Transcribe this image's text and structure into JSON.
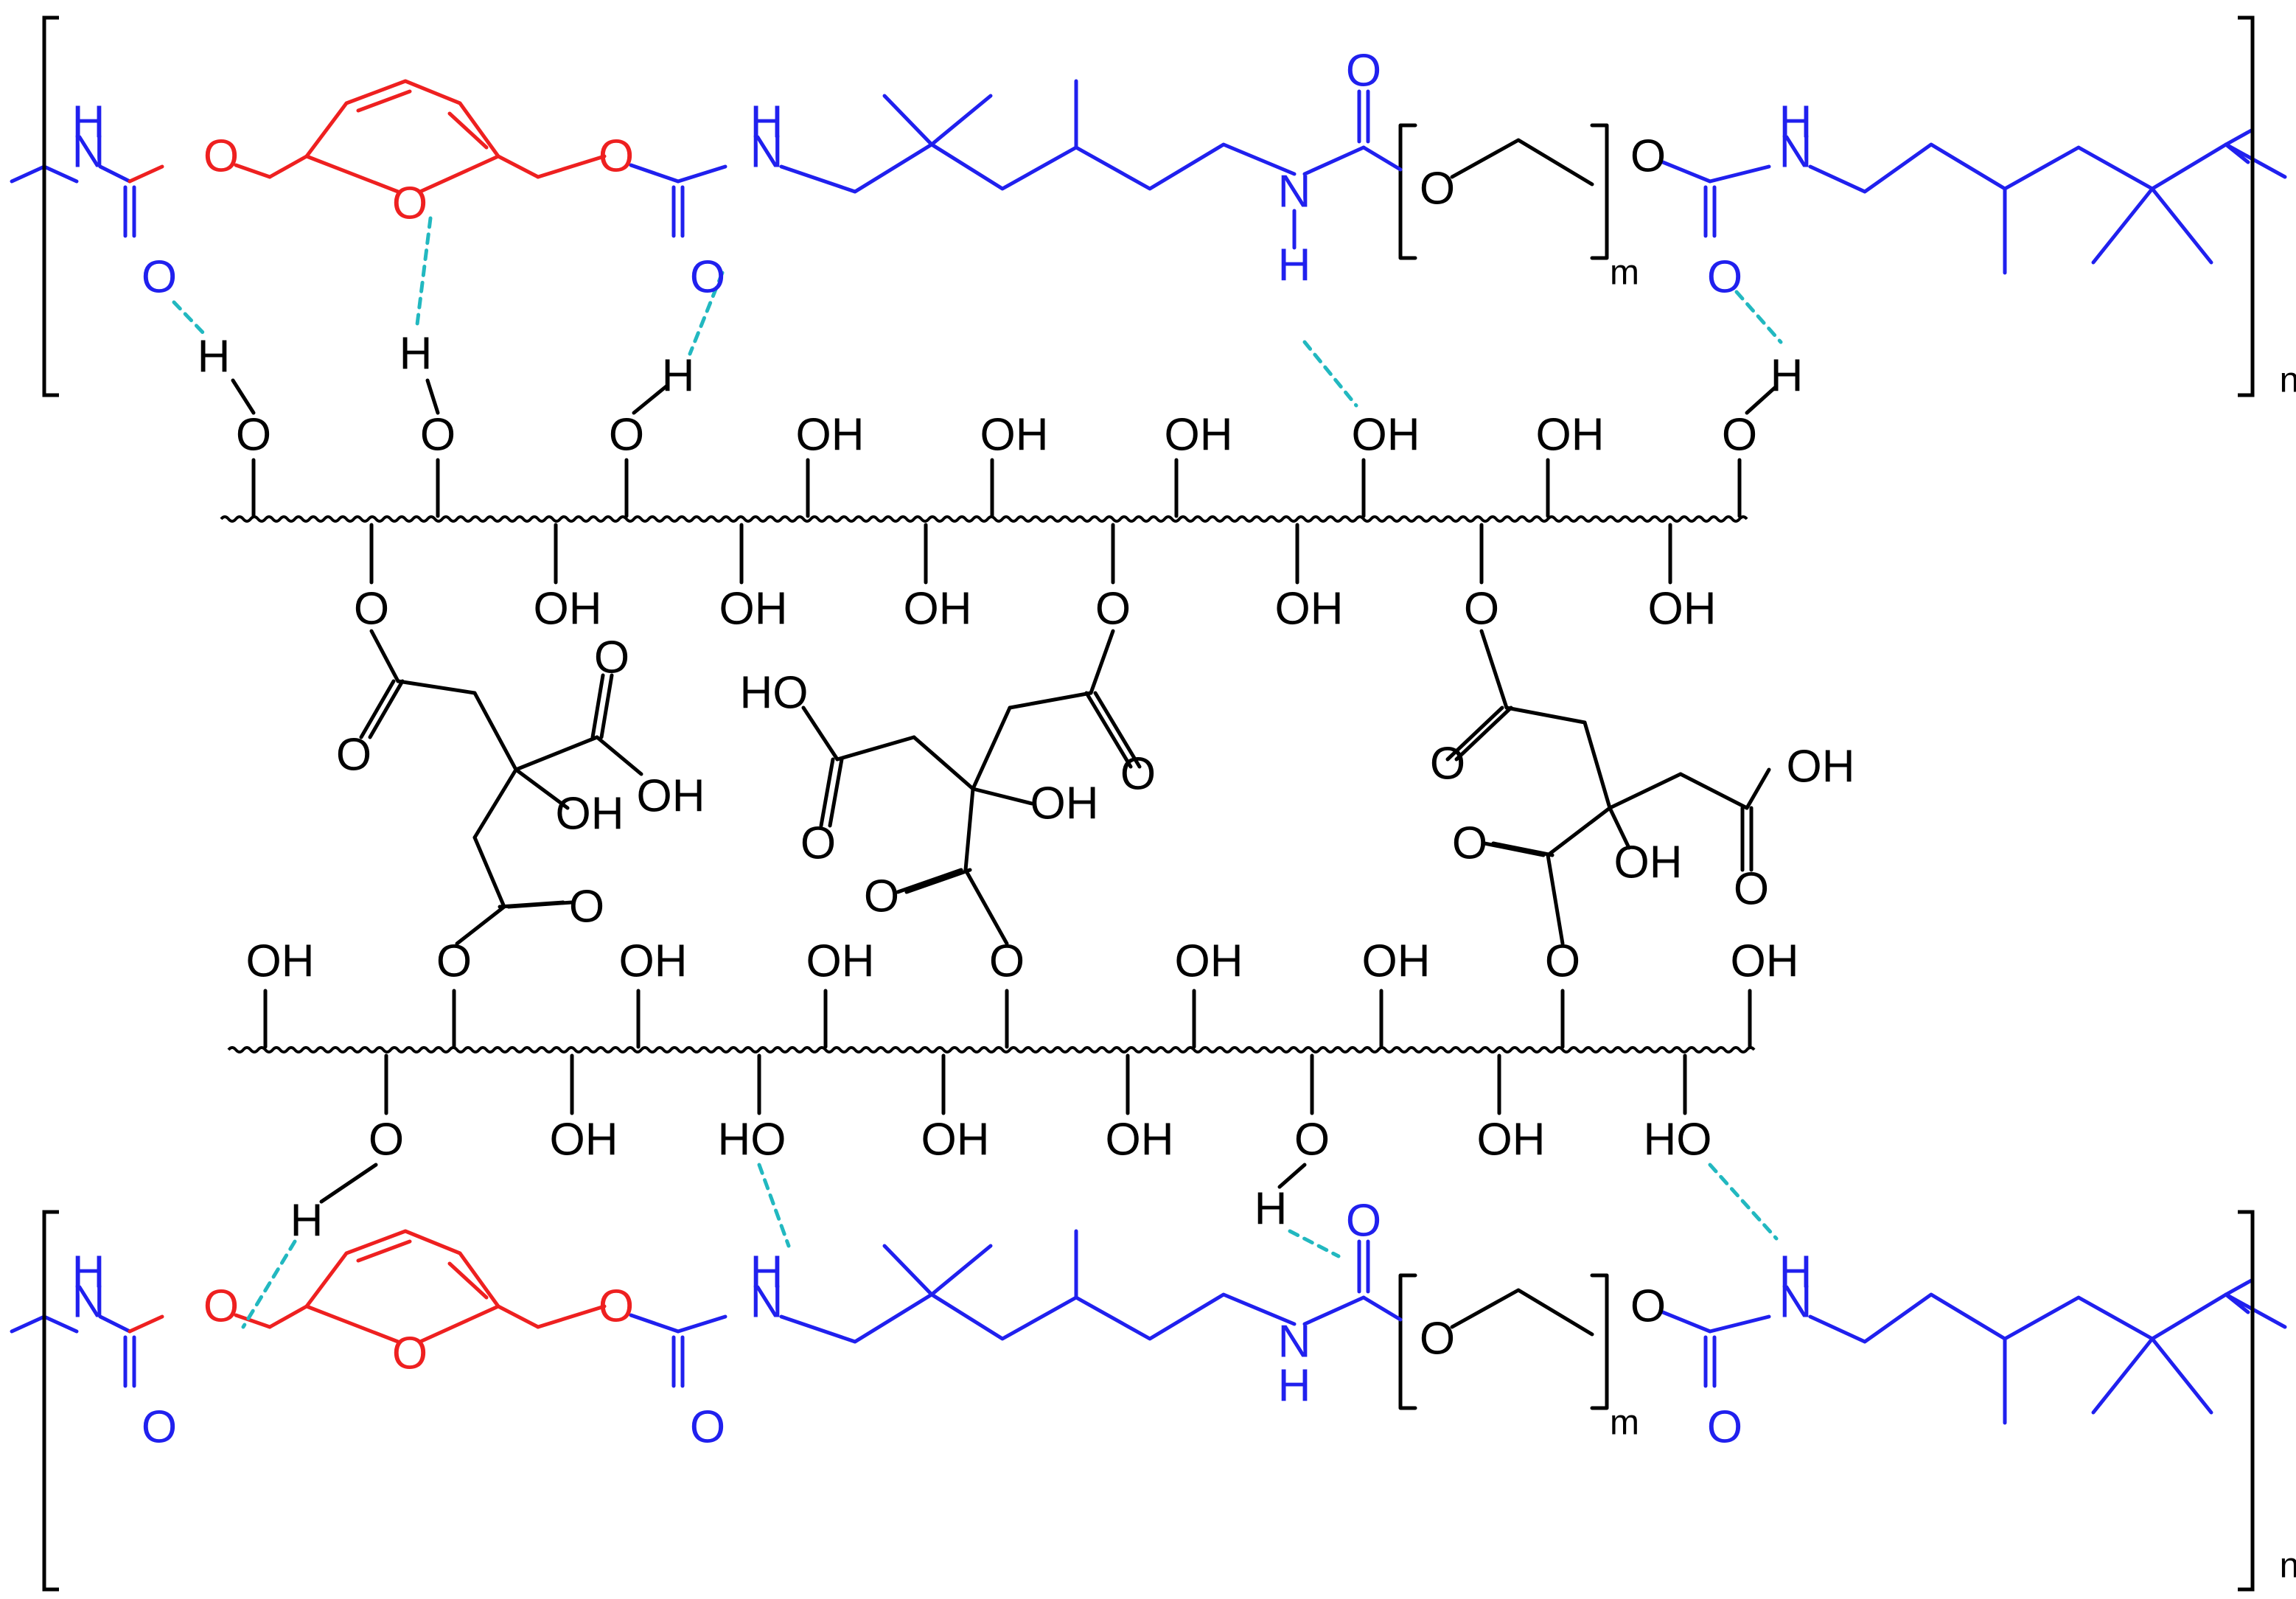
{
  "colors": {
    "black": "#000000",
    "blue": "#2020ee",
    "red": "#ee2020",
    "hbond": "#22b8c0"
  },
  "chain": {
    "nh": "H",
    "n": "N",
    "o": "O",
    "repeat_m": "m",
    "repeat_n": "n"
  },
  "cellulose": {
    "oh": "OH",
    "ho": "HO",
    "o": "O",
    "h": "H"
  }
}
